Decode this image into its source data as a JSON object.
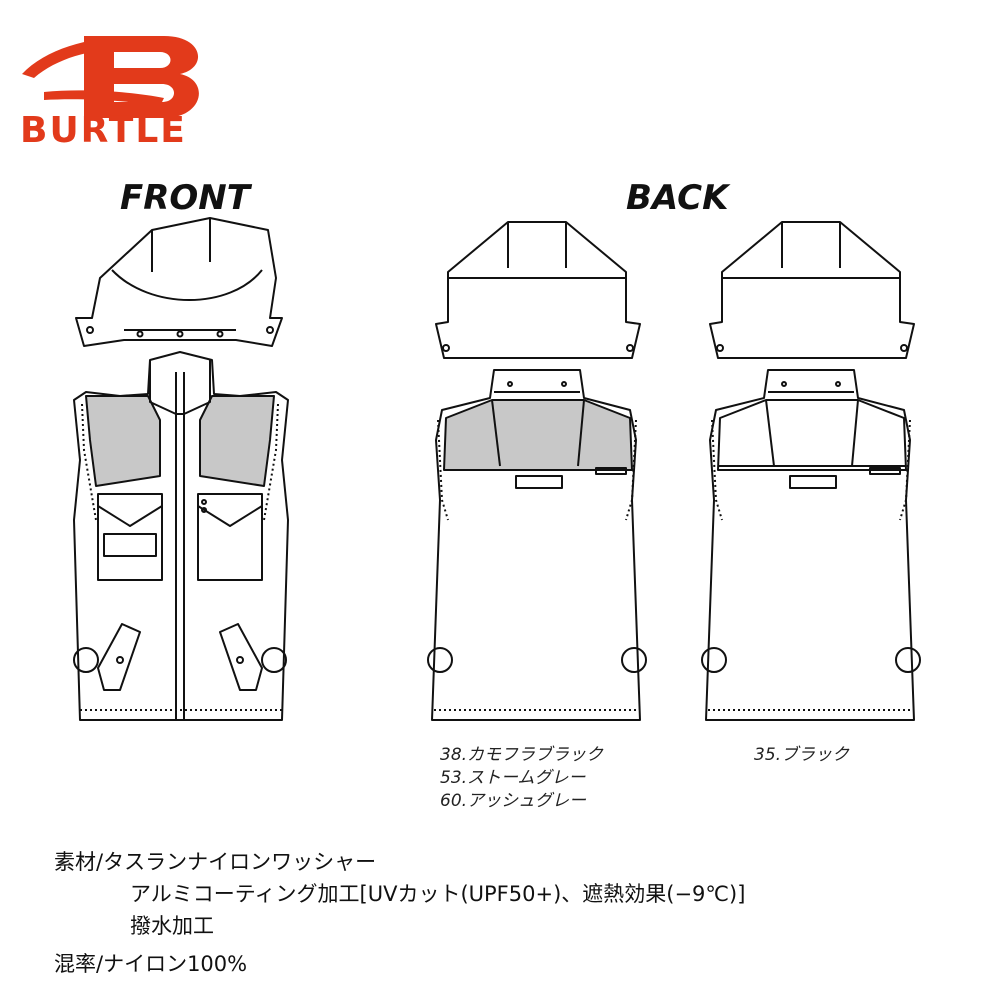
{
  "brand": {
    "name": "BURTLE",
    "logo_letter": "B",
    "color": "#e23a1b"
  },
  "views": {
    "front_label": "FRONT",
    "back_label": "BACK"
  },
  "colors_left": [
    "38.カモフラブラック",
    "53.ストームグレー",
    "60.アッシュグレー"
  ],
  "colors_right": [
    "35.ブラック"
  ],
  "specs": {
    "material_line": "素材/タスランナイロンワッシャー",
    "coating_line": "アルミコーティング加工[UVカット(UPF50+)、遮熱効果(−9℃)]",
    "water_line": "撥水加工",
    "blend_line": "混率/ナイロン100%"
  },
  "palette": {
    "line": "#111111",
    "shade": "#c8c8c8",
    "accent": "#e23a1b"
  }
}
